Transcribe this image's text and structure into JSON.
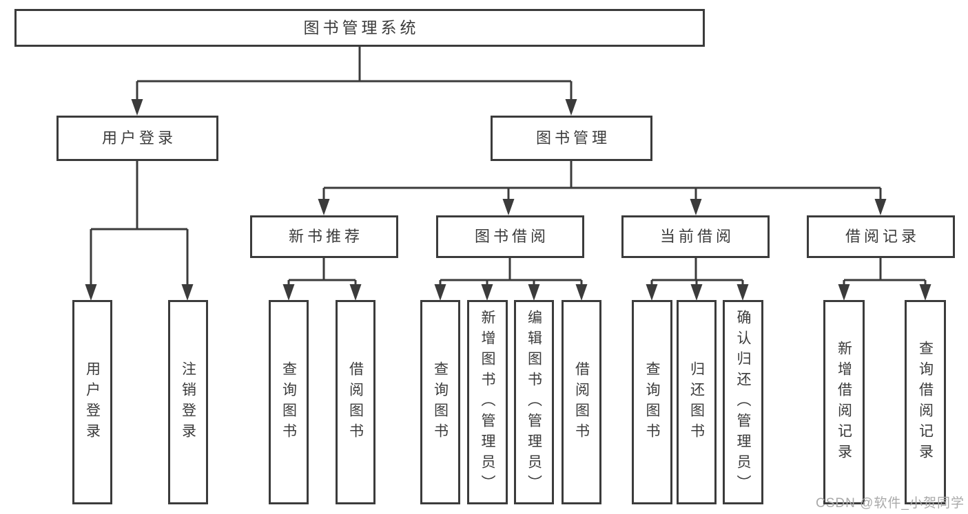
{
  "diagram": {
    "root": "图书管理系统",
    "level2": [
      {
        "label": "用户登录"
      },
      {
        "label": "图书管理"
      }
    ],
    "level3": [
      {
        "label": "新书推荐"
      },
      {
        "label": "图书借阅"
      },
      {
        "label": "当前借阅"
      },
      {
        "label": "借阅记录"
      }
    ],
    "leaves": {
      "user_login": [
        "用户登录",
        "注销登录"
      ],
      "new_book": [
        "查询图书",
        "借阅图书"
      ],
      "book_borrow": [
        "查询图书",
        "新增图书（管理员）",
        "编辑图书（管理员）",
        "借阅图书"
      ],
      "current_borrow": [
        "查询图书",
        "归还图书",
        "确认归还（管理员）"
      ],
      "borrow_record": [
        "新增借阅记录",
        "查询借阅记录"
      ]
    }
  },
  "watermark": "CSDN @软件_小贺同学",
  "colors": {
    "line": "#3b3b3b",
    "text": "#3b3b3b",
    "box_fill": "#ffffff",
    "watermark": "#a9a9a9",
    "background": "#ffffff"
  }
}
